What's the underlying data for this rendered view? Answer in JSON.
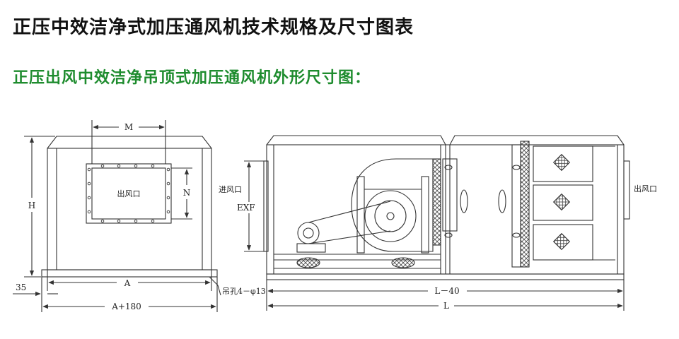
{
  "header": {
    "title": "正压中效洁净式加压通风机技术规格及尺寸图表",
    "subtitle": "正压出风中效洁净吊顶式加压通风机外形尺寸图："
  },
  "front_view": {
    "dim_M": "M",
    "dim_N": "N",
    "dim_H": "H",
    "outlet_label": "出风口",
    "dim_A": "A",
    "dim_A180": "A+180",
    "dim_35": "35",
    "hang_hole": "吊孔4－φ13"
  },
  "side_view": {
    "inlet_label": "进风口",
    "dim_EXF": "EXF",
    "outlet_label": "出风口",
    "dim_L40": "L－40",
    "dim_L": "L"
  },
  "colors": {
    "title": "#111111",
    "subtitle": "#1e8c2e",
    "line": "#333333"
  }
}
